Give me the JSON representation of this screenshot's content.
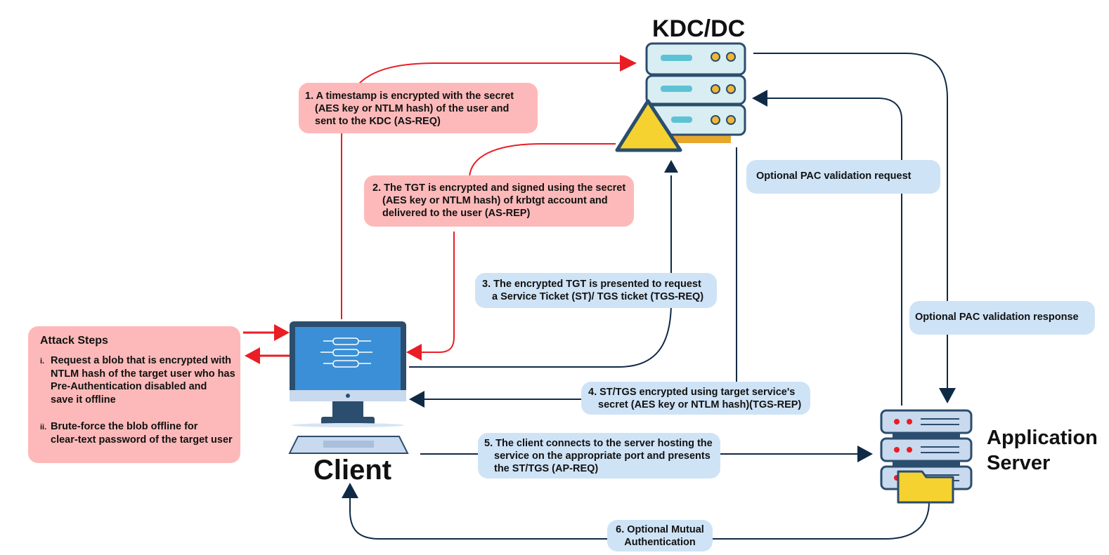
{
  "nodes": {
    "kdc": "KDC/DC",
    "client": "Client",
    "app_server": [
      "Application",
      "Server"
    ]
  },
  "steps": {
    "s1": [
      "1. A timestamp is encrypted with the secret",
      "(AES key or NTLM hash) of the user and",
      "sent to the KDC (AS-REQ)"
    ],
    "s2": [
      "2. The TGT is encrypted and signed using the secret",
      "(AES key or NTLM hash) of  krbtgt account and",
      "delivered to the user (AS-REP)"
    ],
    "s3": [
      "3. The encrypted TGT is presented to request",
      "a Service Ticket (ST)/ TGS ticket (TGS-REQ)"
    ],
    "s4": [
      "4. ST/TGS encrypted using target service's",
      "secret (AES key or NTLM hash)(TGS-REP)"
    ],
    "s5": [
      "5. The client connects to the server hosting the",
      "service on the appropriate port and presents",
      "the ST/TGS (AP-REQ)"
    ],
    "s6": [
      "6. Optional Mutual",
      "Authentication"
    ],
    "pac_request": "Optional PAC validation request",
    "pac_response": "Optional PAC validation response"
  },
  "attack": {
    "title": "Attack Steps",
    "items": [
      {
        "num": "i.",
        "lines": [
          "Request a blob that is encrypted with",
          "NTLM hash of the target user who has",
          "Pre-Authentication disabled and",
          "save it offline"
        ]
      },
      {
        "num": "ii.",
        "lines": [
          "Brute-force the blob offline for",
          "clear-text password of the target user"
        ]
      }
    ]
  },
  "colors": {
    "attack_arrow": "#ea1c24",
    "flow_arrow": "#0f2a45",
    "pink_box": "#fdb9b9",
    "blue_box": "#cfe3f6",
    "warning": "#f5d22f"
  }
}
